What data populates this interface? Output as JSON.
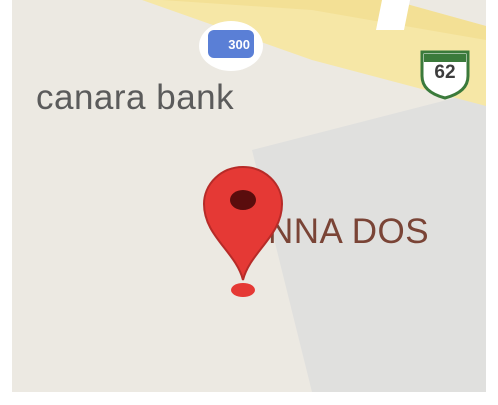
{
  "map": {
    "poi_label": "canara bank",
    "place_label": "NNA DOS",
    "bank_icon_text": "300",
    "route_shield_text": "62"
  },
  "colors": {
    "land": "#ece9e2",
    "road": "#f6e7a6",
    "block": "#e0e0de",
    "pin": "#e53935",
    "label_poi": "#5b5b5b",
    "label_place": "#7a4436"
  },
  "icons": [
    "bank-icon",
    "route-shield-icon",
    "map-pin-icon"
  ]
}
